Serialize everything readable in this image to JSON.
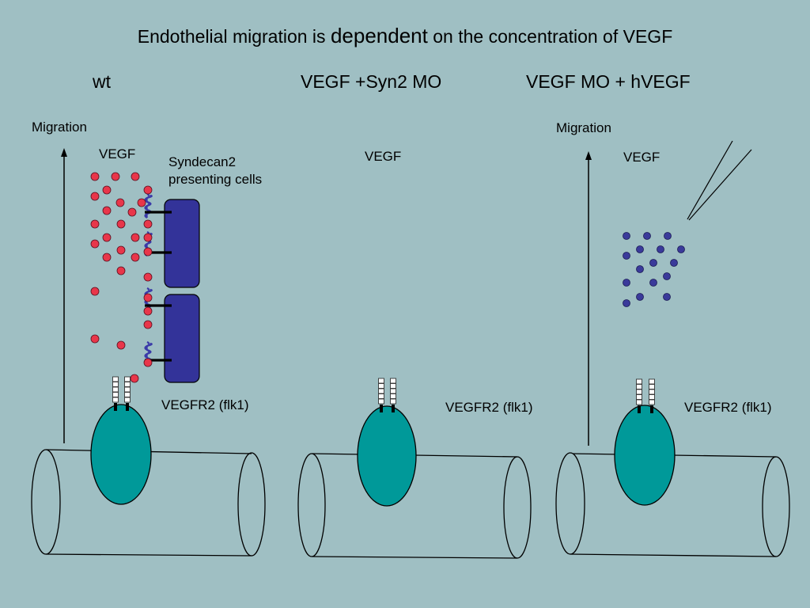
{
  "title": {
    "part1": "Endothelial migration is ",
    "emphasis": "dependent",
    "part2": " on the concentration of VEGF"
  },
  "panels": [
    {
      "heading": "wt",
      "migration_label": "Migration",
      "vegf_label": "VEGF",
      "cells_label_line1": "Syndecan2",
      "cells_label_line2": "presenting cells",
      "receptor_label": "VEGFR2 (flk1)"
    },
    {
      "heading": "VEGF +Syn2 MO",
      "vegf_label": "VEGF",
      "receptor_label": "VEGFR2 (flk1)"
    },
    {
      "heading": "VEGF MO + hVEGF",
      "migration_label": "Migration",
      "vegf_label": "VEGF",
      "receptor_label": "VEGFR2 (flk1)"
    }
  ],
  "colors": {
    "background": "#9fbfc3",
    "endothelial_cell": "#009999",
    "syndecan_cell": "#333399",
    "endogenous_vegf": "#e8364a",
    "human_vegf": "#3a3a9a"
  }
}
